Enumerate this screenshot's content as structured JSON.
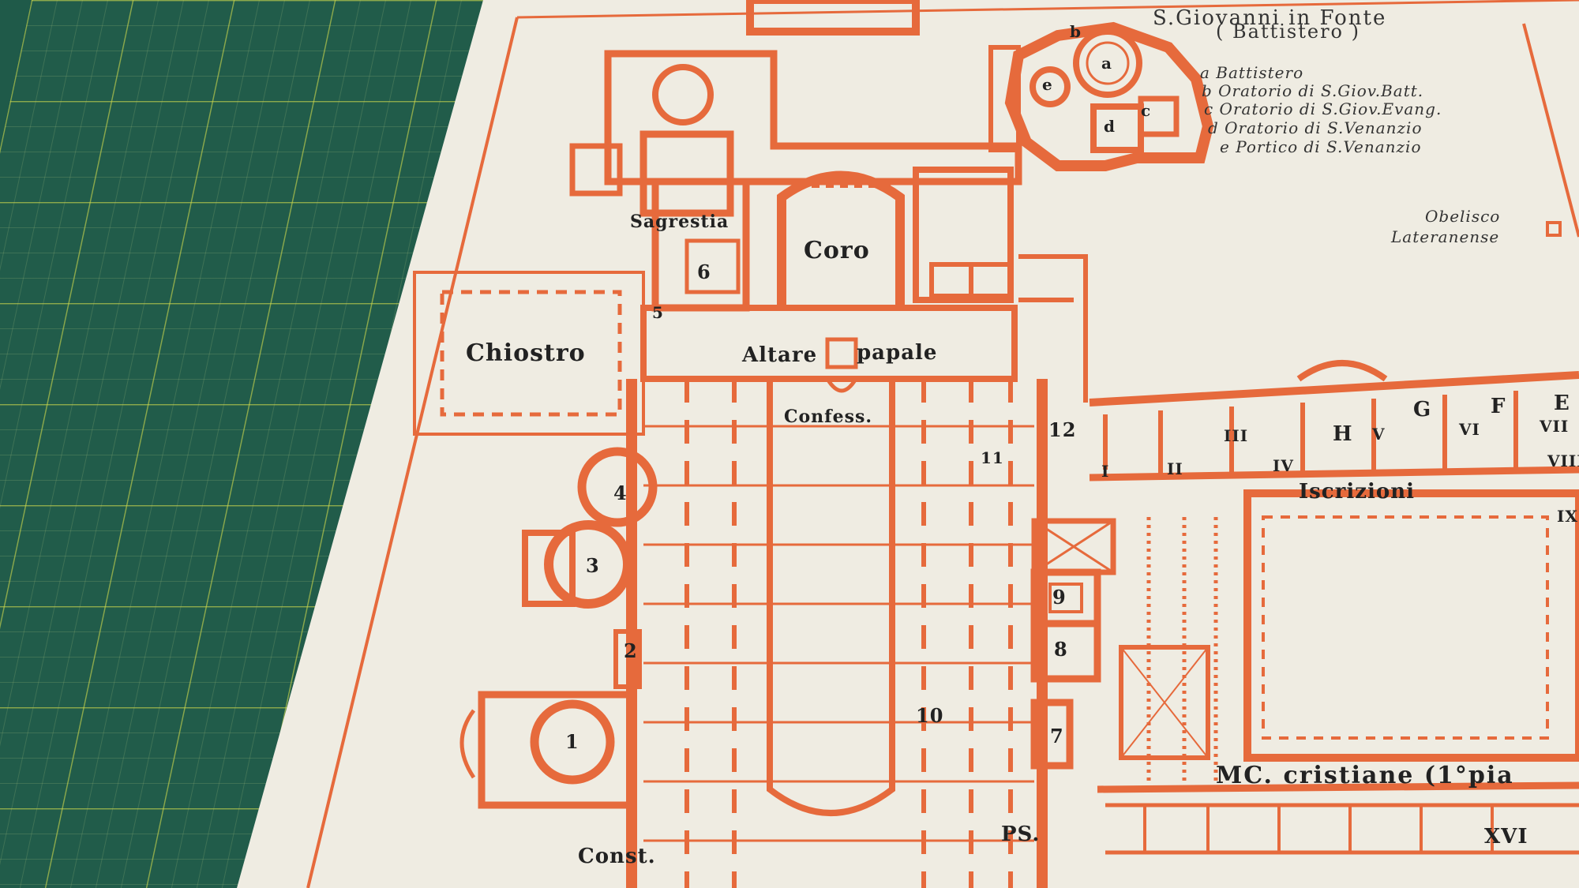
{
  "legend": {
    "title": "S.Giovanni in Fonte",
    "subtitle": "( Battistero )",
    "items": [
      "a Battistero",
      "b Oratorio di S.Giov.Batt.",
      "c Oratorio di S.Giov.Evang.",
      "d Oratorio di S.Venanzio",
      "e Portico di S.Venanzio"
    ]
  },
  "baptistery_letters": [
    "a",
    "b",
    "c",
    "d",
    "e"
  ],
  "labels": {
    "sagrestia": "Sagrestia",
    "coro": "Coro",
    "chiostro": "Chiostro",
    "altare": "Altare",
    "papale": "papale",
    "confess": "Confess.",
    "obelisco": "Obelisco",
    "lateranense": "Lateranense",
    "iscrizioni": "Iscrizioni",
    "mc_cristiane": "MC. cristiane (1°pia",
    "const": "Const.",
    "ps": "PS."
  },
  "chapel_numbers": [
    "1",
    "2",
    "3",
    "4",
    "5",
    "6",
    "7",
    "8",
    "9",
    "10",
    "11",
    "12"
  ],
  "roman_numerals": [
    "I",
    "II",
    "III",
    "IV",
    "V",
    "VI",
    "VII",
    "VIII",
    "IX",
    "XVI"
  ],
  "room_letters": [
    "H",
    "G",
    "F",
    "E"
  ],
  "colors": {
    "wall": "#e66a3c",
    "paper": "#efece2",
    "mat": "#215c4a",
    "grid": "#cdd746",
    "ink": "#222222"
  }
}
